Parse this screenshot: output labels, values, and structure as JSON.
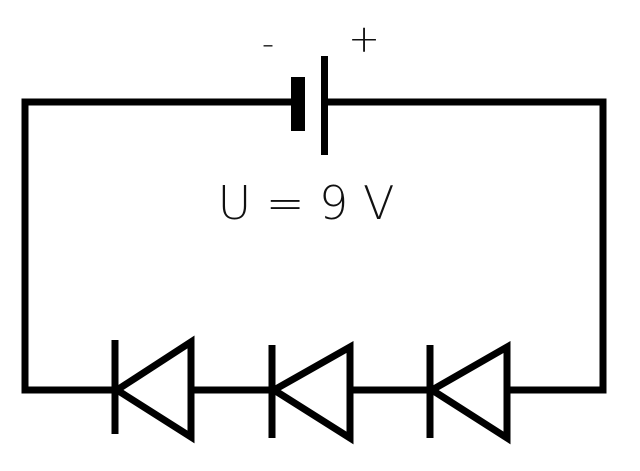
{
  "diagram": {
    "type": "circuit",
    "battery": {
      "negative_label": "-",
      "positive_label": "+",
      "voltage_label": "U = 9 V"
    },
    "components": [
      "battery",
      "diode",
      "diode",
      "diode"
    ],
    "diode_count": 3,
    "colors": {
      "stroke": "#000000",
      "background": "#ffffff"
    }
  }
}
